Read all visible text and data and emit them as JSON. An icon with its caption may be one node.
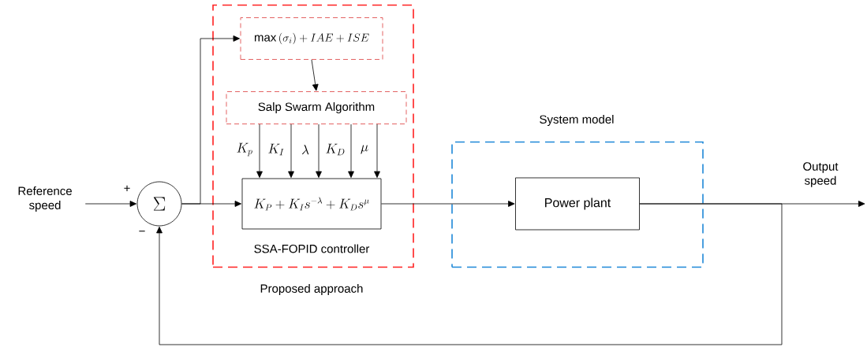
{
  "diagram": {
    "nodes": [
      {
        "text": [
          "Proposed approach"
        ]
      },
      {
        "text": [
          "\\max\\left(\\sigma_i\\right)+IAE+ISE"
        ],
        "in": 0
      },
      {
        "text": [
          "Salp Swarm Algorithm"
        ],
        "in": 0
      },
      {
        "text": [
          "K_P+K_Is^{-\\lambda}+K_Ds^{\\mu}"
        ],
        "beside": [
          "SSA-FOPID controller"
        ],
        "in": 0
      },
      {
        "text": [
          "System model"
        ]
      },
      {
        "text": [
          "Power plant"
        ],
        "in": 4
      },
      {
        "text": [
          "\\Sigma"
        ],
        "beside": [
          "+",
          "−"
        ]
      },
      {
        "text": [
          "Reference speed"
        ]
      }
    ],
    "edges": [
      {
        "from": 7,
        "to": 6,
        "arrow": "to"
      },
      {
        "from": 6,
        "to": 3,
        "arrow": "to"
      },
      {
        "from": 6,
        "to": 1,
        "arrow": "to"
      },
      {
        "from": 1,
        "to": 2,
        "arrow": "to"
      },
      {
        "from": 2,
        "to": 3,
        "arrow": "to",
        "label": "K_p"
      },
      {
        "from": 2,
        "to": 3,
        "arrow": "to",
        "label": "K_I"
      },
      {
        "from": 2,
        "to": 3,
        "arrow": "to",
        "label": "\\lambda"
      },
      {
        "from": 2,
        "to": 3,
        "arrow": "to",
        "label": "K_D"
      },
      {
        "from": 2,
        "to": 3,
        "arrow": "to",
        "label": "\\mu"
      },
      {
        "from": 3,
        "to": 5,
        "arrow": "to"
      },
      {
        "from": 5,
        "to": null,
        "arrow": "to"
      },
      {
        "from": 5,
        "to": 6,
        "arrow": "to"
      }
    ],
    "labels": [
      "Output speed"
    ]
  }
}
